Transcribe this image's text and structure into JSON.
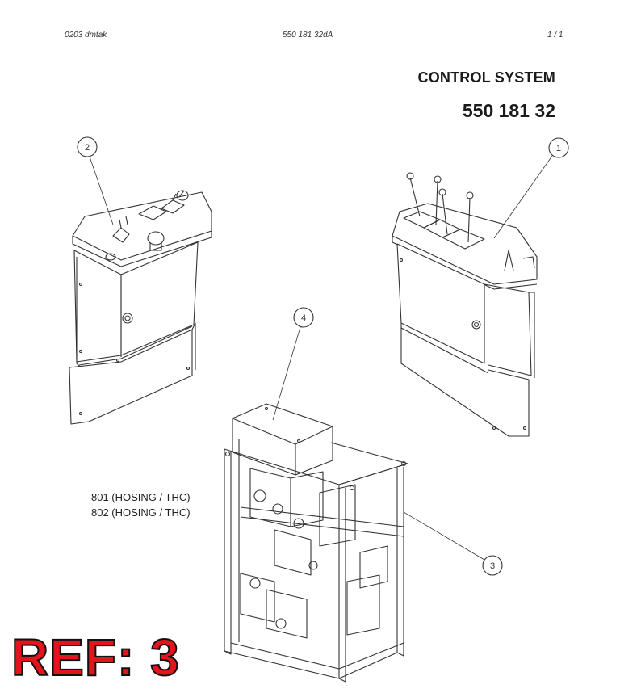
{
  "header": {
    "left": "0203   dmtak",
    "center": "550 181 32dA",
    "right": "1 /   1"
  },
  "title": "CONTROL SYSTEM",
  "part_number": "550 181 32",
  "callouts": [
    "1",
    "2",
    "3",
    "4"
  ],
  "notes": [
    "801 (HOSING / THC)",
    "802 (HOSING / THC)"
  ],
  "ref_label": "REF: 3"
}
